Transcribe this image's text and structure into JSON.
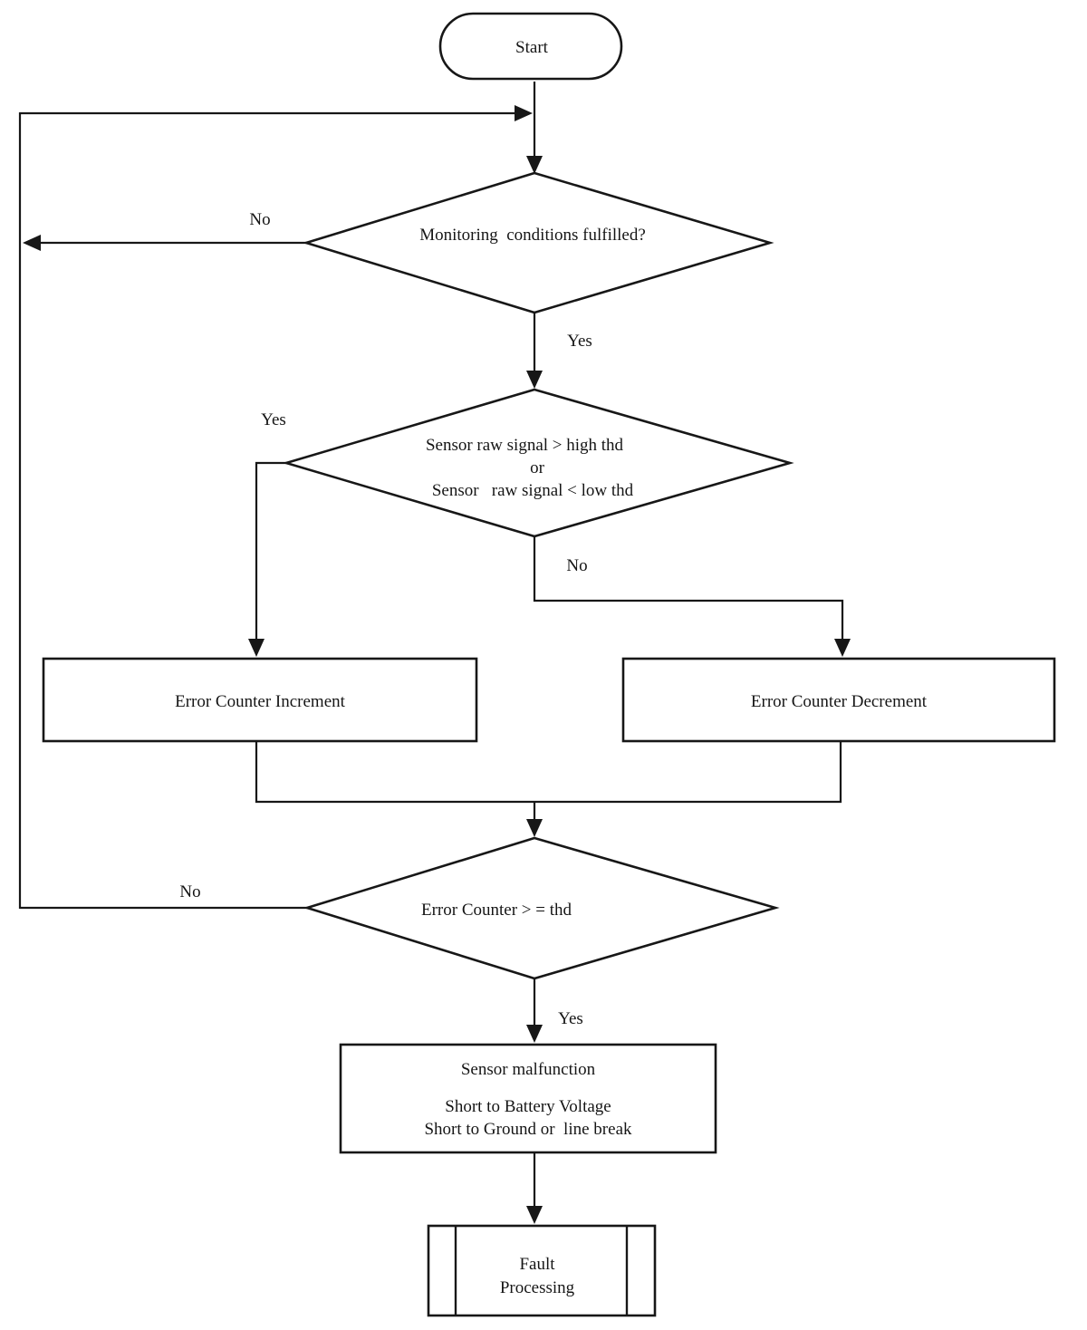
{
  "nodes": {
    "start": {
      "label": "Start"
    },
    "monitoring_decision": {
      "label": "Monitoring  conditions fulfilled?"
    },
    "signal_decision": {
      "line1": "Sensor raw signal > high thd",
      "line2": "or",
      "line3": "Sensor   raw signal < low thd"
    },
    "error_counter_increment": {
      "label": "Error Counter Increment"
    },
    "error_counter_decrement": {
      "label": "Error Counter Decrement"
    },
    "threshold_decision": {
      "label": "Error Counter > = thd"
    },
    "sensor_malfunction": {
      "line1": "Sensor malfunction",
      "line2": "Short to Battery Voltage",
      "line3": "Short to Ground or  line break"
    },
    "fault_processing": {
      "line1": "Fault",
      "line2": "Processing"
    }
  },
  "edge_labels": {
    "monitoring_no": "No",
    "monitoring_yes": "Yes",
    "signal_yes": "Yes",
    "signal_no": "No",
    "threshold_no": "No",
    "threshold_yes": "Yes"
  },
  "colors": {
    "line": "#1f1f1f",
    "text": "#1c1c1c",
    "background": "#ffffff"
  }
}
